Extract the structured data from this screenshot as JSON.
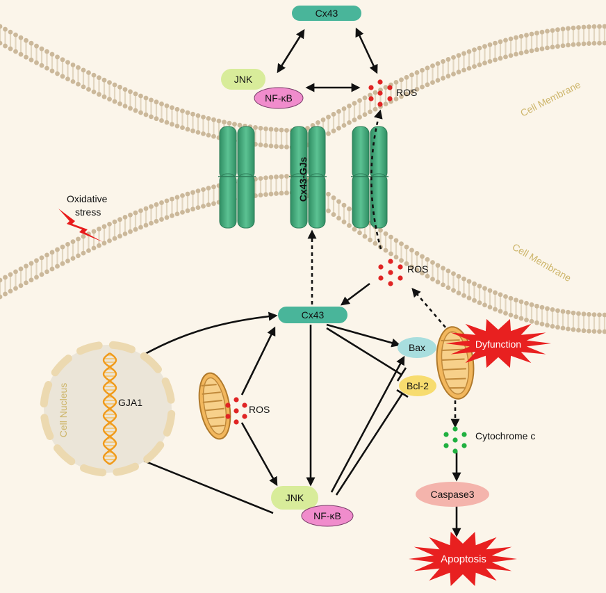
{
  "labels": {
    "cx43_top": "Cx43",
    "jnk_top": "JNK",
    "nfkb_top": "NF-κB",
    "ros_top": "ROS",
    "cell_membrane_top": "Cell Membrane",
    "cell_membrane_bottom": "Cell Membrane",
    "oxidative_stress_line1": "Oxidative",
    "oxidative_stress_line2": "stress",
    "cx43_gjs": "Cx43-GJs",
    "ros_mid": "ROS",
    "cx43_mid": "Cx43",
    "bax": "Bax",
    "bcl2": "Bcl-2",
    "dysfunction": "Dyfunction",
    "cell_nucleus": "Cell Nucleus",
    "gja1": "GJA1",
    "ros_low": "ROS",
    "cytochrome_c": "Cytochrome c",
    "jnk_bottom": "JNK",
    "nfkb_bottom": "NF-κB",
    "caspase3": "Caspase3",
    "apoptosis": "Apoptosis"
  },
  "colors": {
    "background": "#fbf5ea",
    "membrane_bead": "#cbb89a",
    "membrane_tail": "#e2d6c0",
    "cx43_pill": "#49b59a",
    "jnk_pill": "#d8ec9a",
    "nfkb_pill": "#f08ccc",
    "ros_dot": "#e02424",
    "cyto_dot": "#20b040",
    "channel": "#4aae80",
    "bax": "#a8dede",
    "bcl2": "#f7dc6f",
    "burst": "#e82020",
    "caspase3": "#f4b4ac",
    "mito": "#f2b75d",
    "nucleus_fill": "#ebe5d8",
    "nucleus_ring": "#ecd9b0",
    "dna": "#f09a1a",
    "membrane_label": "#cdb56a"
  },
  "icons": [
    "mitochondrion-icon",
    "dna-helix-icon",
    "lightning-bolt-icon",
    "gap-junction-channel-icon",
    "burst-icon"
  ]
}
